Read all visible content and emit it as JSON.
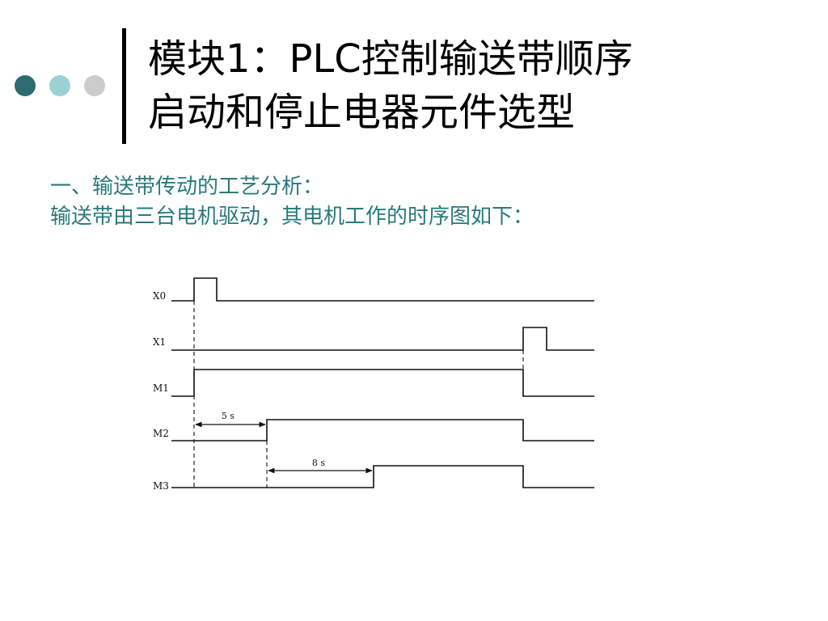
{
  "decor": {
    "dot_colors": [
      "#2e6b70",
      "#9bd1d5",
      "#cccccc"
    ]
  },
  "title": {
    "line1": "模块1：PLC控制输送带顺序",
    "line2": "启动和停止电器元件选型"
  },
  "body": {
    "line1": "一、输送带传动的工艺分析：",
    "line2": "输送带由三台电机驱动，其电机工作的时序图如下："
  },
  "diagram": {
    "signals": [
      {
        "name": "X0"
      },
      {
        "name": "X1"
      },
      {
        "name": "M1"
      },
      {
        "name": "M2"
      },
      {
        "name": "M3"
      }
    ],
    "delays": [
      {
        "label": "5 s"
      },
      {
        "label": "8 s"
      }
    ]
  }
}
